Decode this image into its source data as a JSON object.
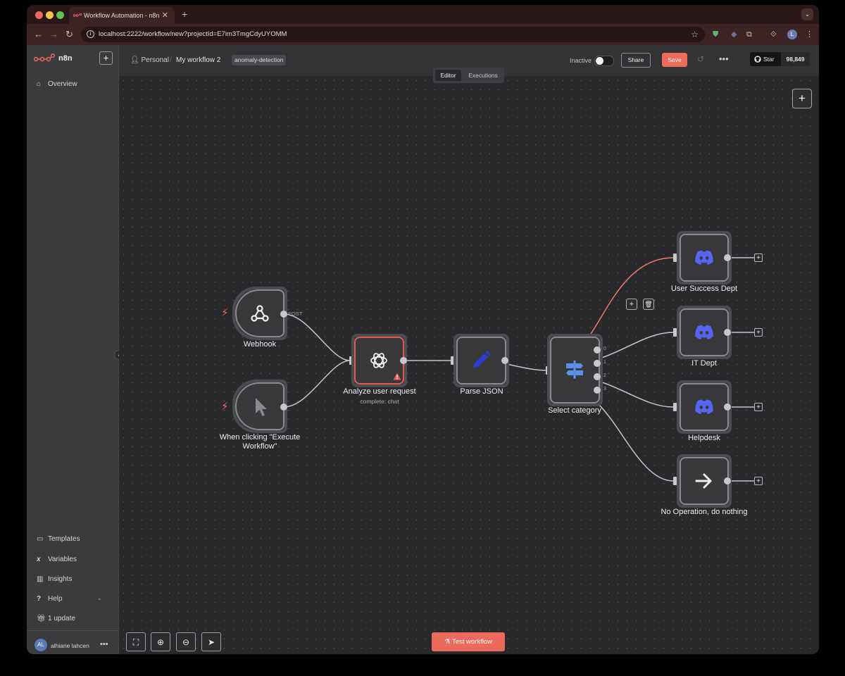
{
  "browser": {
    "tab_title": "Workflow Automation - n8n",
    "url": "localhost:2222/workflow/new?projectId=E7im3TmgCdyUYOMM",
    "profile_initial": "L"
  },
  "sidebar": {
    "brand": "n8n",
    "overview": "Overview",
    "bottom_items": {
      "templates": "Templates",
      "variables": "Variables",
      "insights": "Insights",
      "help": "Help",
      "updates": "1 update"
    },
    "user": {
      "initials": "AL",
      "name": "alhiane lahcen"
    }
  },
  "header": {
    "project": "Personal",
    "workflow_name": "My workflow 2",
    "tag": "anomaly-detection",
    "status_label": "Inactive",
    "share_label": "Share",
    "save_label": "Save",
    "github_star_label": "Star",
    "github_stars": "98,849"
  },
  "canvas": {
    "tabs": {
      "editor": "Editor",
      "executions": "Executions"
    },
    "nodes": {
      "webhook": {
        "label": "Webhook",
        "output_label": "POST"
      },
      "manual": {
        "label_line1": "When clicking \"Execute",
        "label_line2": "Workflow\""
      },
      "analyze": {
        "label": "Analyze user request",
        "sublabel": "complete: chat"
      },
      "parse": {
        "label": "Parse JSON"
      },
      "switch": {
        "label": "Select category",
        "outputs": [
          "0",
          "1",
          "2",
          "3"
        ]
      },
      "success": {
        "label": "User Success Dept"
      },
      "it": {
        "label": "IT Dept"
      },
      "helpdesk": {
        "label": "Helpdesk"
      },
      "noop": {
        "label": "No Operation, do nothing"
      }
    },
    "test_button": "Test workflow"
  },
  "colors": {
    "accent": "#ee6a5b",
    "discord": "#5865f2",
    "pencil": "#2f3bd6",
    "switch_icon": "#5a8ee8"
  }
}
